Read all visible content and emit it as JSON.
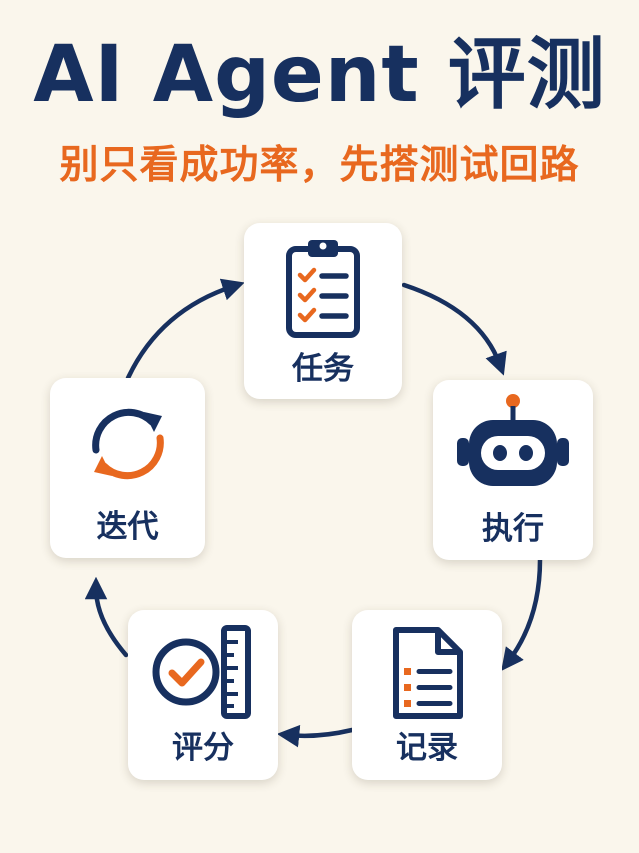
{
  "title": "AI Agent 评测",
  "subtitle": "别只看成功率，先搭测试回路",
  "colors": {
    "navy": "#17305f",
    "orange": "#e8681f",
    "background": "#faf6ec"
  },
  "cycle": [
    {
      "label": "任务",
      "icon": "clipboard-checklist-icon"
    },
    {
      "label": "执行",
      "icon": "robot-icon"
    },
    {
      "label": "记录",
      "icon": "document-list-icon"
    },
    {
      "label": "评分",
      "icon": "check-ruler-icon"
    },
    {
      "label": "迭代",
      "icon": "refresh-cycle-icon"
    }
  ]
}
